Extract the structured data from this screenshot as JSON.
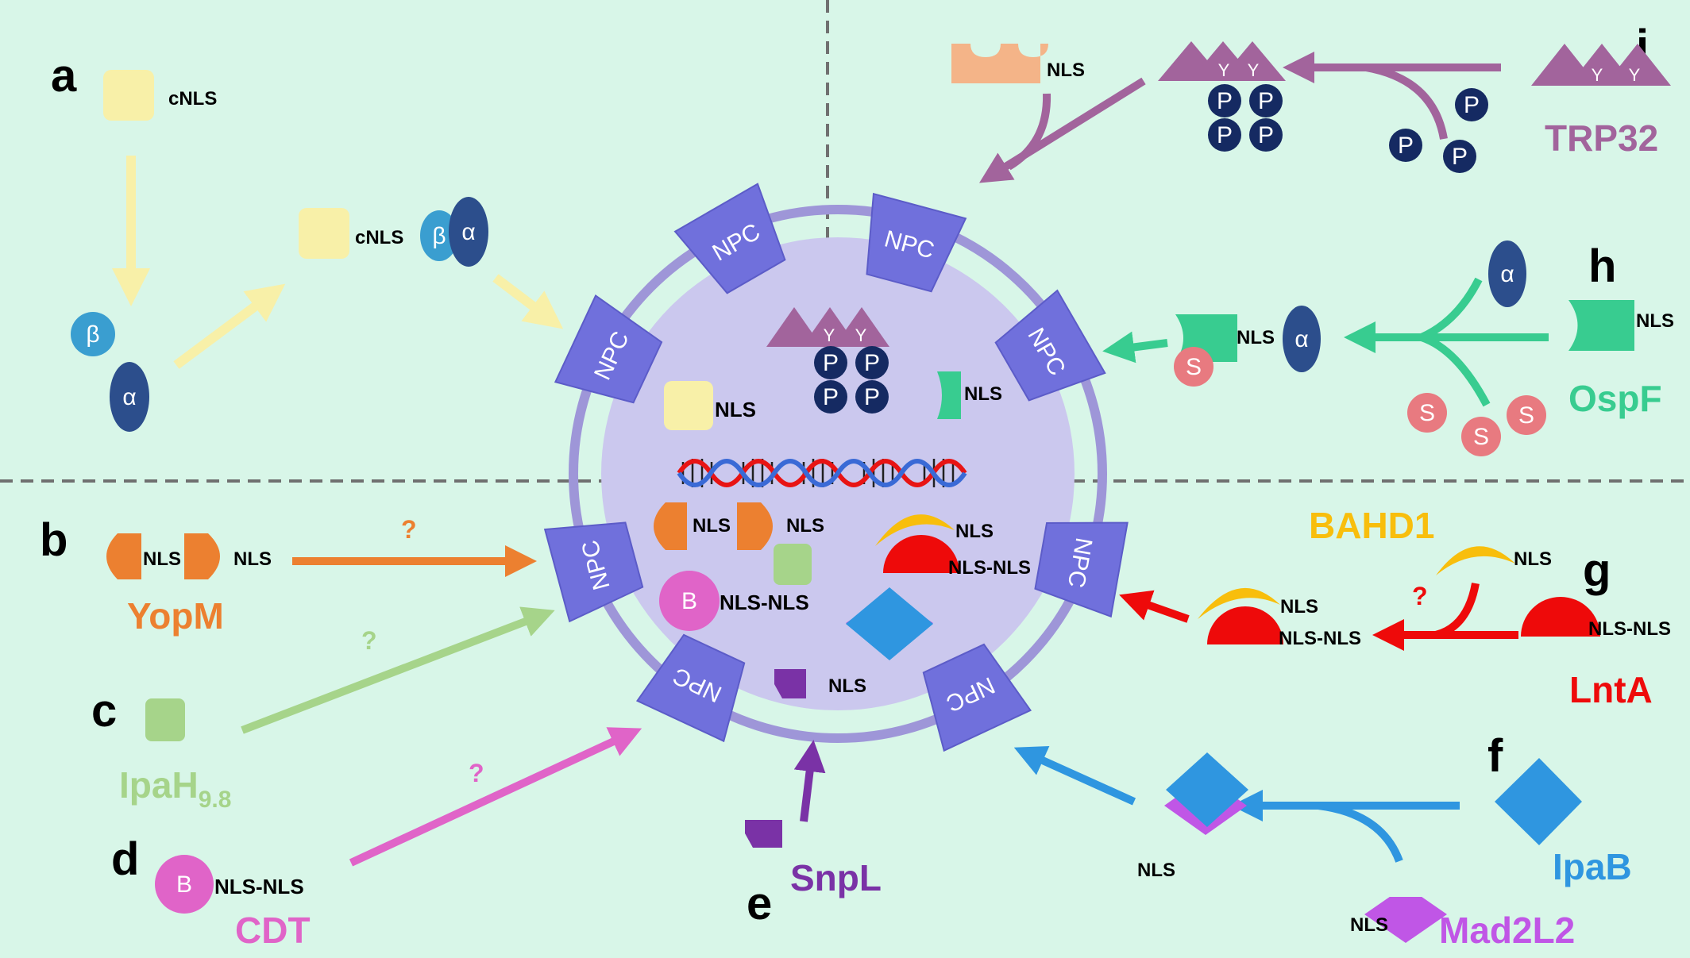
{
  "panels": {
    "a": "a",
    "b": "b",
    "c": "c",
    "d": "d",
    "e": "e",
    "f": "f",
    "g": "g",
    "h": "h",
    "i": "i"
  },
  "labels": {
    "cNLS": "cNLS",
    "NLS": "NLS",
    "NLS_NLS": "NLS-NLS",
    "question": "?",
    "NPC": "NPC",
    "alpha": "α",
    "beta": "β",
    "P": "P",
    "S": "S",
    "B": "B",
    "Y": "Y"
  },
  "proteins": {
    "YopM": "YopM",
    "IpaH_base": "IpaH",
    "IpaH_sub": "9.8",
    "CDT": "CDT",
    "SnpL": "SnpL",
    "IpaB": "IpaB",
    "Mad2L2": "Mad2L2",
    "LntA": "LntA",
    "BAHD1": "BAHD1",
    "OspF": "OspF",
    "TRP32": "TRP32"
  },
  "colors": {
    "background": "#d8f6e8",
    "nucleus": "#cbc8ee",
    "nuclear_envelope": "#9e96d8",
    "npc": "#7070dc",
    "cNLS_yellow": "#f8f0a8",
    "importin_beta": "#3a9ed0",
    "importin_alpha": "#2c4e8c",
    "YopM_orange": "#ec8030",
    "IpaH_green": "#a6d48a",
    "CDT_pink": "#e064c8",
    "SnpL_purple": "#7a32a6",
    "IpaB_blue": "#2f96e0",
    "Mad2L2_violet": "#c056e6",
    "LntA_red": "#ee0a0a",
    "BAHD1_gold": "#f8be0c",
    "OspF_green": "#38cc90",
    "S_pink": "#e87a80",
    "TRP32_mauve": "#a2649c",
    "phospho_navy": "#152a62",
    "TRP32_nls_peach": "#f4b488",
    "dna_red": "#e81414",
    "dna_blue": "#3a6ad6",
    "divider": "#707070"
  },
  "icons": [
    "importin-alpha-icon",
    "importin-beta-icon",
    "npc-icon",
    "dna-helix-icon",
    "phosphate-icon",
    "s-ligand-icon"
  ]
}
